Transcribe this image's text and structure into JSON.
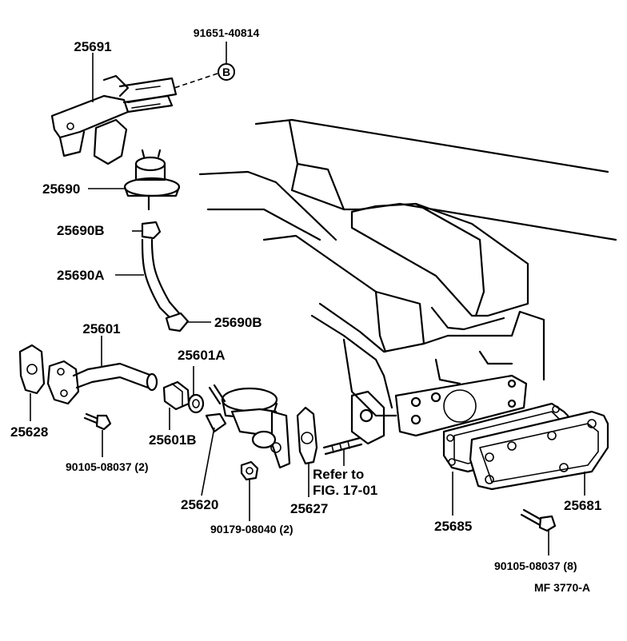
{
  "callouts": {
    "p25691": "25691",
    "p91651": "91651-40814",
    "markerB": "B",
    "p25690": "25690",
    "p25690B_top": "25690B",
    "p25690A": "25690A",
    "p25690B_bottom": "25690B",
    "p25601": "25601",
    "p25628": "25628",
    "p25601A": "25601A",
    "p25601B": "25601B",
    "p90105_a": "90105-08037 (2)",
    "p25620": "25620",
    "p90179": "90179-08040 (2)",
    "p25627": "25627",
    "refer_line1": "Refer to",
    "refer_line2": "FIG. 17-01",
    "p25685": "25685",
    "p25681": "25681",
    "p90105_b": "90105-08037 (8)"
  },
  "figure_code": "MF  3770-A"
}
